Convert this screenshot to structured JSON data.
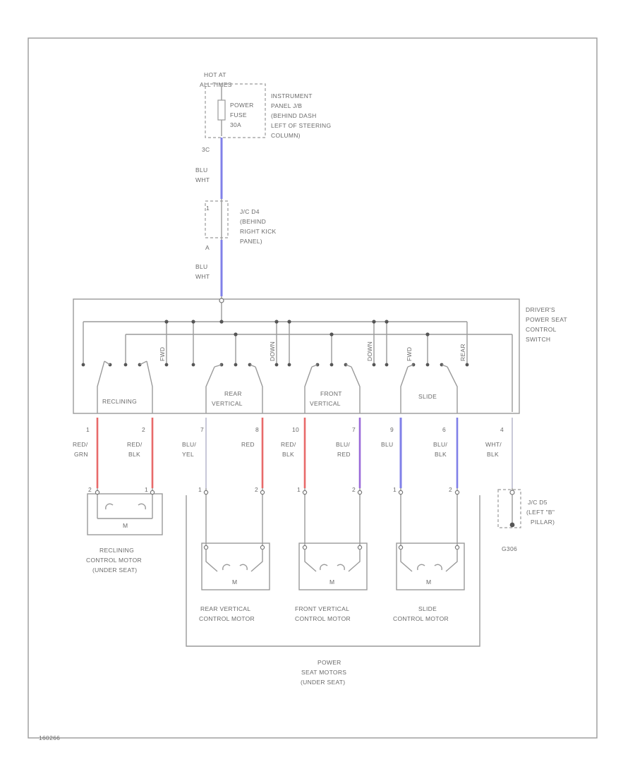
{
  "colors": {
    "blue_wire": "#8080e8",
    "red_wire": "#e86a6a",
    "violet_wire": "#9a6ad8",
    "gray_wire": "#c8c8d8"
  },
  "fuse": {
    "hot_label": [
      "HOT AT",
      "ALL TIMES"
    ],
    "name": [
      "POWER",
      "FUSE",
      "30A"
    ],
    "location": [
      "INSTRUMENT",
      "PANEL J/B",
      "(BEHIND DASH",
      "LEFT OF STEERING",
      "COLUMN)"
    ],
    "pin": "3C"
  },
  "wire_top": [
    "BLU",
    "WHT"
  ],
  "junction": {
    "location": [
      "J/C D4",
      "(BEHIND",
      "RIGHT KICK",
      "PANEL)"
    ],
    "pin_top": "1",
    "pin_bottom": "A"
  },
  "wire_mid": [
    "BLU",
    "WHT"
  ],
  "switch": {
    "name": [
      "DRIVER'S",
      "POWER SEAT",
      "CONTROL",
      "SWITCH"
    ],
    "sections": [
      {
        "label": [
          "RECLINING"
        ]
      },
      {
        "label": [
          "REAR",
          "VERTICAL"
        ]
      },
      {
        "label": [
          "FRONT",
          "VERTICAL"
        ]
      },
      {
        "label": [
          "SLIDE"
        ]
      }
    ],
    "contact_labels": [
      "FWD",
      "DOWN",
      "DOWN",
      "FWD",
      "REAR"
    ]
  },
  "wires": [
    {
      "pin": "1",
      "color": [
        "RED/",
        "GRN"
      ]
    },
    {
      "pin": "2",
      "color": [
        "RED/",
        "BLK"
      ]
    },
    {
      "pin": "7",
      "color": [
        "BLU/",
        "YEL"
      ]
    },
    {
      "pin": "8",
      "color": [
        "RED"
      ]
    },
    {
      "pin": "10",
      "color": [
        "RED/",
        "BLK"
      ]
    },
    {
      "pin": "7",
      "color": [
        "BLU/",
        "RED"
      ]
    },
    {
      "pin": "9",
      "color": [
        "BLU"
      ]
    },
    {
      "pin": "6",
      "color": [
        "BLU/",
        "BLK"
      ]
    },
    {
      "pin": "4",
      "color": [
        "WHT/",
        "BLK"
      ]
    }
  ],
  "motors": [
    {
      "pins": [
        "2",
        "1"
      ],
      "label": [
        "RECLINING",
        "CONTROL MOTOR",
        "(UNDER SEAT)"
      ]
    },
    {
      "pins": [
        "1",
        "2"
      ],
      "label": [
        "REAR VERTICAL",
        "CONTROL MOTOR"
      ]
    },
    {
      "pins": [
        "1",
        "2"
      ],
      "label": [
        "FRONT VERTICAL",
        "CONTROL MOTOR"
      ]
    },
    {
      "pins": [
        "1",
        "2"
      ],
      "label": [
        "SLIDE",
        "CONTROL MOTOR"
      ]
    }
  ],
  "motor_symbol": "M",
  "group_label": [
    "POWER",
    "SEAT MOTORS",
    "(UNDER SEAT)"
  ],
  "ground": {
    "location": [
      "J/C D5",
      "(LEFT \"B\"",
      "PILLAR)"
    ],
    "name": "G306"
  },
  "figure_id": "160266"
}
